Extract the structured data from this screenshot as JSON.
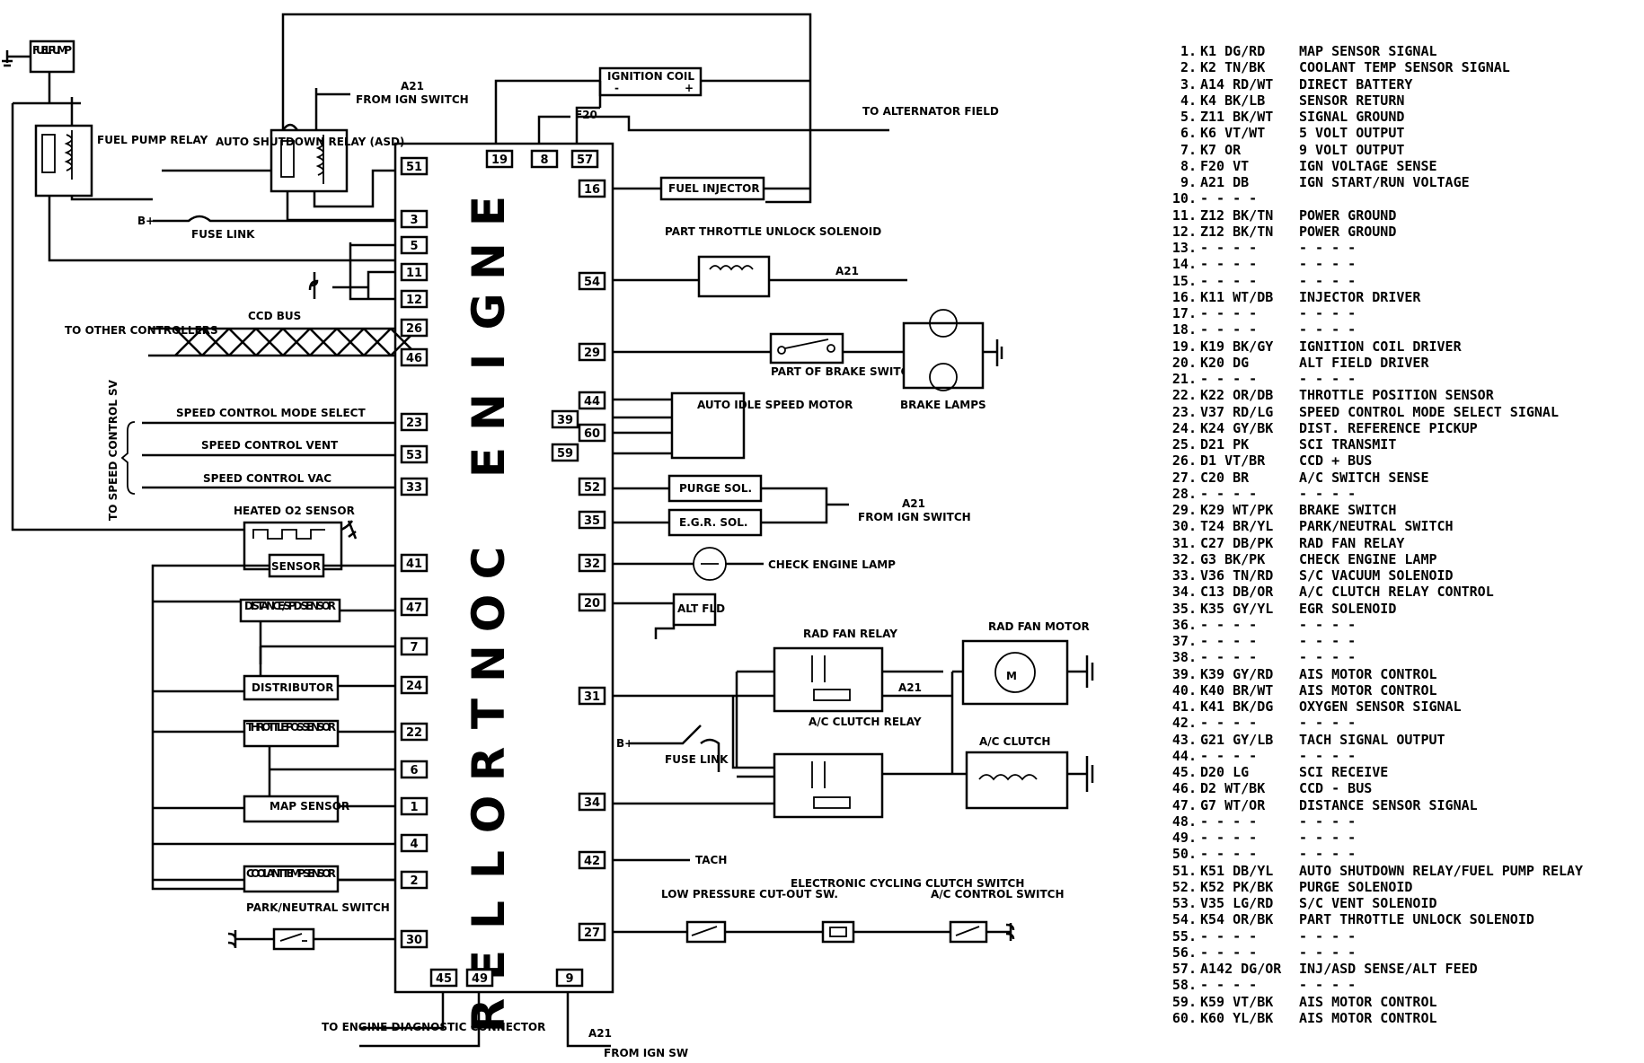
{
  "controller": {
    "title": "ENGINE CONTROLLER",
    "pins_left": [
      "51",
      "3",
      "5",
      "11",
      "12",
      "26",
      "46",
      "23",
      "53",
      "33",
      "41",
      "47",
      "7",
      "24",
      "22",
      "6",
      "1",
      "4",
      "2",
      "30"
    ],
    "pins_right_main": [
      "16",
      "54",
      "29",
      "44",
      "60",
      "52",
      "35",
      "32",
      "20",
      "31",
      "34",
      "42",
      "27"
    ],
    "pins_right_extra": [
      "39",
      "59"
    ],
    "pins_top": [
      "19",
      "8",
      "57"
    ],
    "pins_bottom": [
      "45",
      "49",
      "9"
    ]
  },
  "components": {
    "fuel_pump": "FUEL PUMP",
    "fuel_pump_relay": "FUEL PUMP RELAY",
    "asd_relay": "AUTO SHUTDOWN RELAY (ASD)",
    "ignition_coil": "IGNITION COIL",
    "fuel_injector": "FUEL INJECTOR",
    "part_throttle_solenoid": "PART THROTTLE UNLOCK SOLENOID",
    "brake_switch": "PART OF BRAKE SWITCH",
    "brake_lamps": "BRAKE LAMPS",
    "ais_motor": "AUTO IDLE SPEED MOTOR",
    "purge_sol": "PURGE SOL.",
    "egr_sol": "E.G.R. SOL.",
    "check_engine_lamp": "CHECK ENGINE LAMP",
    "alt_fld": "ALT FLD",
    "rad_fan_relay": "RAD FAN RELAY",
    "rad_fan_motor": "RAD FAN MOTOR",
    "motor_symbol": "M",
    "ac_clutch_relay": "A/C CLUTCH RELAY",
    "ac_clutch": "A/C CLUTCH",
    "low_pressure_switch": "LOW PRESSURE CUT-OUT SW.",
    "ecc_switch": "ELECTRONIC CYCLING CLUTCH SWITCH",
    "ac_control_switch": "A/C CONTROL SWITCH",
    "heated_o2": "HEATED O2 SENSOR",
    "sensor": "SENSOR",
    "distance_sensor": "DISTANCE/SPD SENSOR",
    "distributor": "DISTRIBUTOR",
    "throttle_pos_sensor": "THROTTLE POS SENSOR",
    "map_sensor": "MAP SENSOR",
    "coolant_temp_sensor": "COOLANT TEMP SENSOR",
    "park_neutral_switch": "PARK/NEUTRAL SWITCH"
  },
  "labels": {
    "a21": "A21",
    "from_ign_switch": "FROM IGN SWITCH",
    "from_ign_sw": "FROM IGN SW",
    "f20": "F20",
    "to_alternator": "TO ALTERNATOR FIELD",
    "b_plus": "B+",
    "fuse_link": "FUSE LINK",
    "ccd_bus": "CCD BUS",
    "to_other_controllers": "TO OTHER CONTROLLERS",
    "to_speed_control_sv": "TO SPEED CONTROL SV",
    "speed_mode_select": "SPEED CONTROL MODE SELECT",
    "speed_vent": "SPEED CONTROL VENT",
    "speed_vac": "SPEED CONTROL VAC",
    "tach": "TACH",
    "diag_connector": "TO ENGINE DIAGNOSTIC CONNECTOR",
    "coil_minus": "-",
    "coil_plus": "+"
  },
  "legend": [
    {
      "n": "1.",
      "w": "K1 DG/RD",
      "d": "MAP SENSOR SIGNAL"
    },
    {
      "n": "2.",
      "w": "K2 TN/BK",
      "d": "COOLANT TEMP SENSOR SIGNAL"
    },
    {
      "n": "3.",
      "w": "A14 RD/WT",
      "d": "DIRECT BATTERY"
    },
    {
      "n": "4.",
      "w": "K4 BK/LB",
      "d": "SENSOR RETURN"
    },
    {
      "n": "5.",
      "w": "Z11 BK/WT",
      "d": "SIGNAL GROUND"
    },
    {
      "n": "6.",
      "w": "K6 VT/WT",
      "d": "5 VOLT OUTPUT"
    },
    {
      "n": "7.",
      "w": "K7 OR",
      "d": "9 VOLT OUTPUT"
    },
    {
      "n": "8.",
      "w": "F20 VT",
      "d": "IGN VOLTAGE SENSE"
    },
    {
      "n": "9.",
      "w": "A21 DB",
      "d": "IGN START/RUN VOLTAGE"
    },
    {
      "n": "10.",
      "w": "- - - -",
      "d": ""
    },
    {
      "n": "11.",
      "w": "Z12 BK/TN",
      "d": "POWER GROUND"
    },
    {
      "n": "12.",
      "w": "Z12 BK/TN",
      "d": "POWER GROUND"
    },
    {
      "n": "13.",
      "w": "- - - -",
      "d": "- - - -"
    },
    {
      "n": "14.",
      "w": "- - - -",
      "d": "- - - -"
    },
    {
      "n": "15.",
      "w": "- - - -",
      "d": "- - - -"
    },
    {
      "n": "16.",
      "w": "K11 WT/DB",
      "d": "INJECTOR DRIVER"
    },
    {
      "n": "17.",
      "w": "- - - -",
      "d": "- - - -"
    },
    {
      "n": "18.",
      "w": "- - - -",
      "d": "- - - -"
    },
    {
      "n": "19.",
      "w": "K19 BK/GY",
      "d": "IGNITION COIL DRIVER"
    },
    {
      "n": "20.",
      "w": "K20 DG",
      "d": "ALT FIELD DRIVER"
    },
    {
      "n": "21.",
      "w": "- - - -",
      "d": "- - - -"
    },
    {
      "n": "22.",
      "w": "K22 OR/DB",
      "d": "THROTTLE POSITION SENSOR"
    },
    {
      "n": "23.",
      "w": "V37 RD/LG",
      "d": "SPEED CONTROL MODE SELECT SIGNAL"
    },
    {
      "n": "24.",
      "w": "K24 GY/BK",
      "d": "DIST. REFERENCE PICKUP"
    },
    {
      "n": "25.",
      "w": "D21 PK",
      "d": "SCI TRANSMIT"
    },
    {
      "n": "26.",
      "w": "D1 VT/BR",
      "d": "CCD + BUS"
    },
    {
      "n": "27.",
      "w": "C20 BR",
      "d": "A/C SWITCH SENSE"
    },
    {
      "n": "28.",
      "w": "- - - -",
      "d": "- - - -"
    },
    {
      "n": "29.",
      "w": "K29 WT/PK",
      "d": "BRAKE SWITCH"
    },
    {
      "n": "30.",
      "w": "T24 BR/YL",
      "d": "PARK/NEUTRAL SWITCH"
    },
    {
      "n": "31.",
      "w": "C27 DB/PK",
      "d": "RAD FAN RELAY"
    },
    {
      "n": "32.",
      "w": "G3 BK/PK",
      "d": "CHECK ENGINE LAMP"
    },
    {
      "n": "33.",
      "w": "V36 TN/RD",
      "d": "S/C VACUUM SOLENOID"
    },
    {
      "n": "34.",
      "w": "C13 DB/OR",
      "d": "A/C CLUTCH RELAY CONTROL"
    },
    {
      "n": "35.",
      "w": "K35 GY/YL",
      "d": "EGR SOLENOID"
    },
    {
      "n": "36.",
      "w": "- - - -",
      "d": "- - - -"
    },
    {
      "n": "37.",
      "w": "- - - -",
      "d": "- - - -"
    },
    {
      "n": "38.",
      "w": "- - - -",
      "d": "- - - -"
    },
    {
      "n": "39.",
      "w": "K39 GY/RD",
      "d": "AIS MOTOR CONTROL"
    },
    {
      "n": "40.",
      "w": "K40 BR/WT",
      "d": "AIS MOTOR CONTROL"
    },
    {
      "n": "41.",
      "w": "K41 BK/DG",
      "d": "OXYGEN SENSOR SIGNAL"
    },
    {
      "n": "42.",
      "w": "- - - -",
      "d": "- - - -"
    },
    {
      "n": "43.",
      "w": "G21 GY/LB",
      "d": "TACH SIGNAL OUTPUT"
    },
    {
      "n": "44.",
      "w": "- - - -",
      "d": "- - - -"
    },
    {
      "n": "45.",
      "w": "D20 LG",
      "d": "SCI RECEIVE"
    },
    {
      "n": "46.",
      "w": "D2 WT/BK",
      "d": "CCD - BUS"
    },
    {
      "n": "47.",
      "w": "G7 WT/OR",
      "d": "DISTANCE SENSOR SIGNAL"
    },
    {
      "n": "48.",
      "w": "- - - -",
      "d": "- - - -"
    },
    {
      "n": "49.",
      "w": "- - - -",
      "d": "- - - -"
    },
    {
      "n": "50.",
      "w": "- - - -",
      "d": "- - - -"
    },
    {
      "n": "51.",
      "w": "K51 DB/YL",
      "d": "AUTO SHUTDOWN RELAY/FUEL PUMP RELAY"
    },
    {
      "n": "52.",
      "w": "K52 PK/BK",
      "d": "PURGE SOLENOID"
    },
    {
      "n": "53.",
      "w": "V35 LG/RD",
      "d": "S/C VENT SOLENOID"
    },
    {
      "n": "54.",
      "w": "K54 OR/BK",
      "d": "PART THROTTLE UNLOCK SOLENOID"
    },
    {
      "n": "55.",
      "w": "- - - -",
      "d": "- - - -"
    },
    {
      "n": "56.",
      "w": "- - - -",
      "d": "- - - -"
    },
    {
      "n": "57.",
      "w": "A142 DG/OR",
      "d": "INJ/ASD SENSE/ALT FEED"
    },
    {
      "n": "58.",
      "w": "- - - -",
      "d": "- - - -"
    },
    {
      "n": "59.",
      "w": "K59 VT/BK",
      "d": "AIS MOTOR CONTROL"
    },
    {
      "n": "60.",
      "w": "K60 YL/BK",
      "d": "AIS MOTOR CONTROL"
    }
  ]
}
